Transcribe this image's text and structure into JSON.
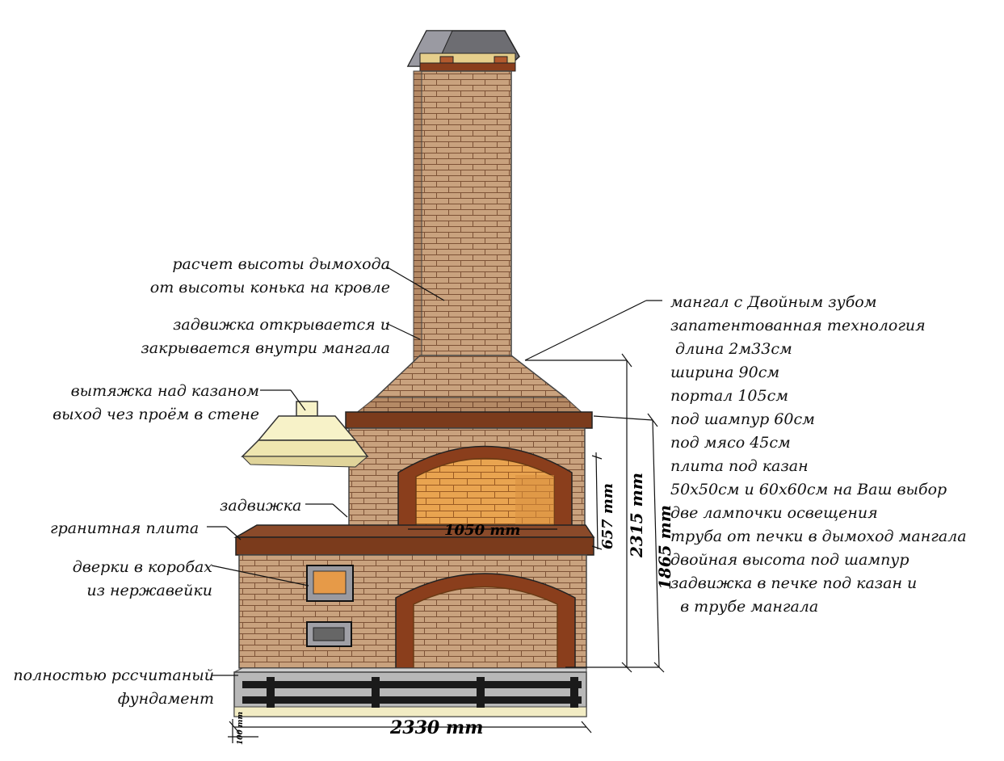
{
  "labels": {
    "chimney_height": [
      "расчет высоты дымохода",
      "от высоты конька на кровле"
    ],
    "damper_inside": [
      "задвижка открывается и",
      "закрывается внутри мангала"
    ],
    "hood": [
      "вытяжка над казаном",
      "выход чез проём в стене"
    ],
    "damper": "задвижка",
    "granite": "гранитная плита",
    "doors": [
      "дверки в коробах",
      "из нержавейки"
    ],
    "foundation": [
      "полностью рссчитаный",
      "фундамент"
    ]
  },
  "specs": [
    "мангал с Двойным зубом",
    "запатентованная технология",
    " длина 2м33см",
    "ширина 90см",
    "портал 105см",
    "под шампур 60см",
    "под мясо 45см",
    "плита под казан",
    "50х50см и 60х60см на Ваш выбор",
    "две лампочки освещения",
    "труба от печки в дымоход мангала",
    "двойная высота под шампур",
    "задвижка в печке под казан и",
    "  в трубе мангала"
  ],
  "dimensions": {
    "portal_width": "1050 mm",
    "portal_height": "657 mm",
    "total_height": "2315 mm",
    "body_height": "1865 mm",
    "total_length": "2330 mm",
    "foundation_small": "100 mm"
  },
  "colors": {
    "brick": "#c8a07a",
    "brick_line": "#8a5a3a",
    "cap": "#7a3a1a",
    "firebox": "#e8a050",
    "hood": "#f7f2c8",
    "foundation": "#b8b8b8",
    "rail": "#1a1a1a"
  }
}
